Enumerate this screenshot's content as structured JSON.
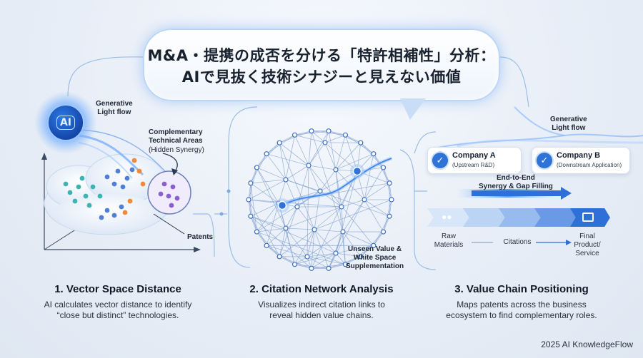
{
  "title": {
    "line1": "M&A・提携の成否を分ける「特許相補性」分析：",
    "line2": "AIで見抜く技術シナジーと見えない価値"
  },
  "panel1": {
    "ai_badge": "AI",
    "generative_light_flow": "Generative\nLight flow",
    "complementary_areas_title": "Complementary\nTechnical Areas",
    "complementary_areas_sub": "(Hidden Synergy)",
    "patents_label": "Patents",
    "heading": "1. Vector Space Distance",
    "description": "AI calculates vector distance to identify\n“close but distinct” technologies."
  },
  "panel2": {
    "unseen_value_label": "Unseen Value &\nWhite Space\nSupplementation",
    "heading": "2. Citation Network Analysis",
    "description": "Visualizes indirect citation links to\nreveal hidden value chains."
  },
  "panel3": {
    "generative_light_flow": "Generative\nLight flow",
    "company_a_name": "Company A",
    "company_a_role": "(Upstream R&D)",
    "company_b_name": "Company B",
    "company_b_role": "(Downstream Application)",
    "synergy_label": "End-to-End\nSynergy & Gap Filling",
    "raw_materials": "Raw\nMaterials",
    "citations": "Citations",
    "final_product": "Final\nProduct/\nService",
    "heading": "3. Value Chain Positioning",
    "description": "Maps patents across the business\necosystem to find complementary roles."
  },
  "footer": "2025 AI KnowledgeFlow",
  "colors": {
    "accent_blue": "#2f73d9",
    "glow_blue": "#8fc0ff",
    "orange": "#f08a3a",
    "purple": "#8a5fd0",
    "teal": "#3fb3b0"
  }
}
